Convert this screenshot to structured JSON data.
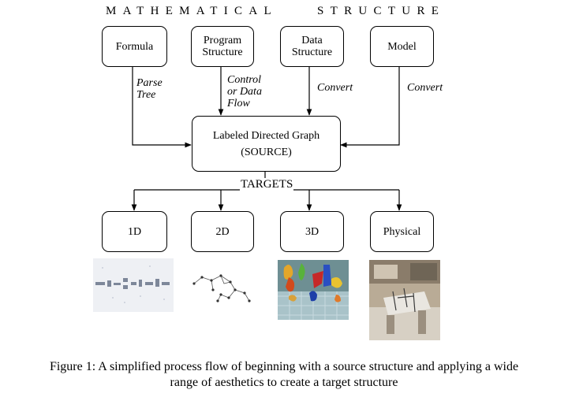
{
  "heading": {
    "left": "MATHEMATICAL",
    "right": "STRUCTURE"
  },
  "inputs": [
    {
      "line1": "Formula",
      "line2": ""
    },
    {
      "line1": "Program",
      "line2": "Structure"
    },
    {
      "line1": "Data",
      "line2": "Structure"
    },
    {
      "line1": "Model",
      "line2": ""
    }
  ],
  "edges": [
    {
      "line1": "Parse",
      "line2": "Tree",
      "line3": ""
    },
    {
      "line1": "Control",
      "line2": "or Data",
      "line3": "Flow"
    },
    {
      "line1": "Convert",
      "line2": "",
      "line3": ""
    },
    {
      "line1": "Convert",
      "line2": "",
      "line3": ""
    }
  ],
  "source": {
    "line1": "Labeled Directed Graph",
    "line2": "(SOURCE)"
  },
  "targets_label": "TARGETS",
  "targets": [
    "1D",
    "2D",
    "3D",
    "Physical"
  ],
  "caption": {
    "line1": "Figure 1: A simplified process flow of beginning with a source structure and applying a wide",
    "line2": "range of aesthetics to create a target structure"
  }
}
